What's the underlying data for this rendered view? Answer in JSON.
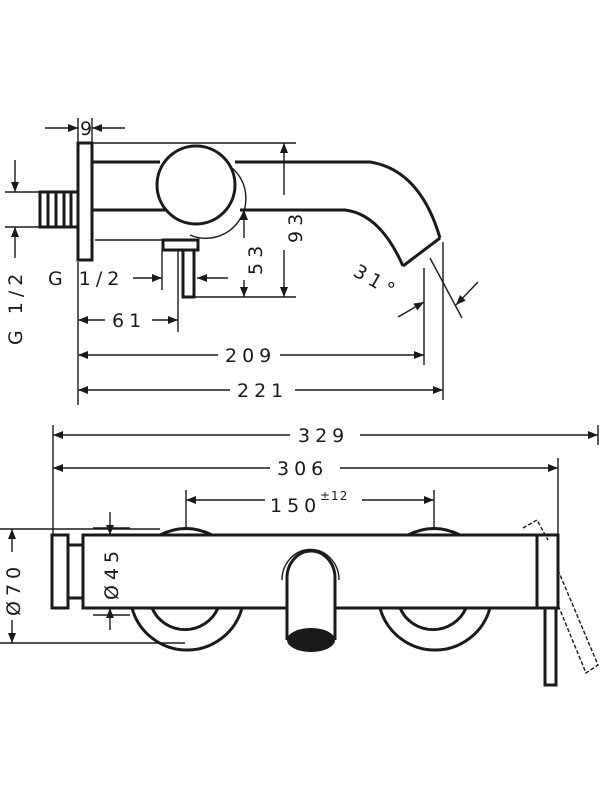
{
  "side_view": {
    "dim_wall_plate": "9",
    "dim_inlet_thread_vertical": "G 1/2",
    "dim_outlet_thread": "G 1/2",
    "dim_lever_offset": "61",
    "dim_spout_reach_inner": "209",
    "dim_spout_reach_outer": "221",
    "dim_height_total": "93",
    "dim_height_spout": "53",
    "dim_spout_angle": "31°"
  },
  "front_view": {
    "dim_total_width": "329",
    "dim_body_width": "306",
    "dim_center_distance": "150",
    "dim_center_tolerance": "±12",
    "dim_body_diameter": "Ø45",
    "dim_cap_diameter": "Ø70"
  },
  "colors": {
    "line": "#1a1a1a",
    "background": "#ffffff"
  }
}
